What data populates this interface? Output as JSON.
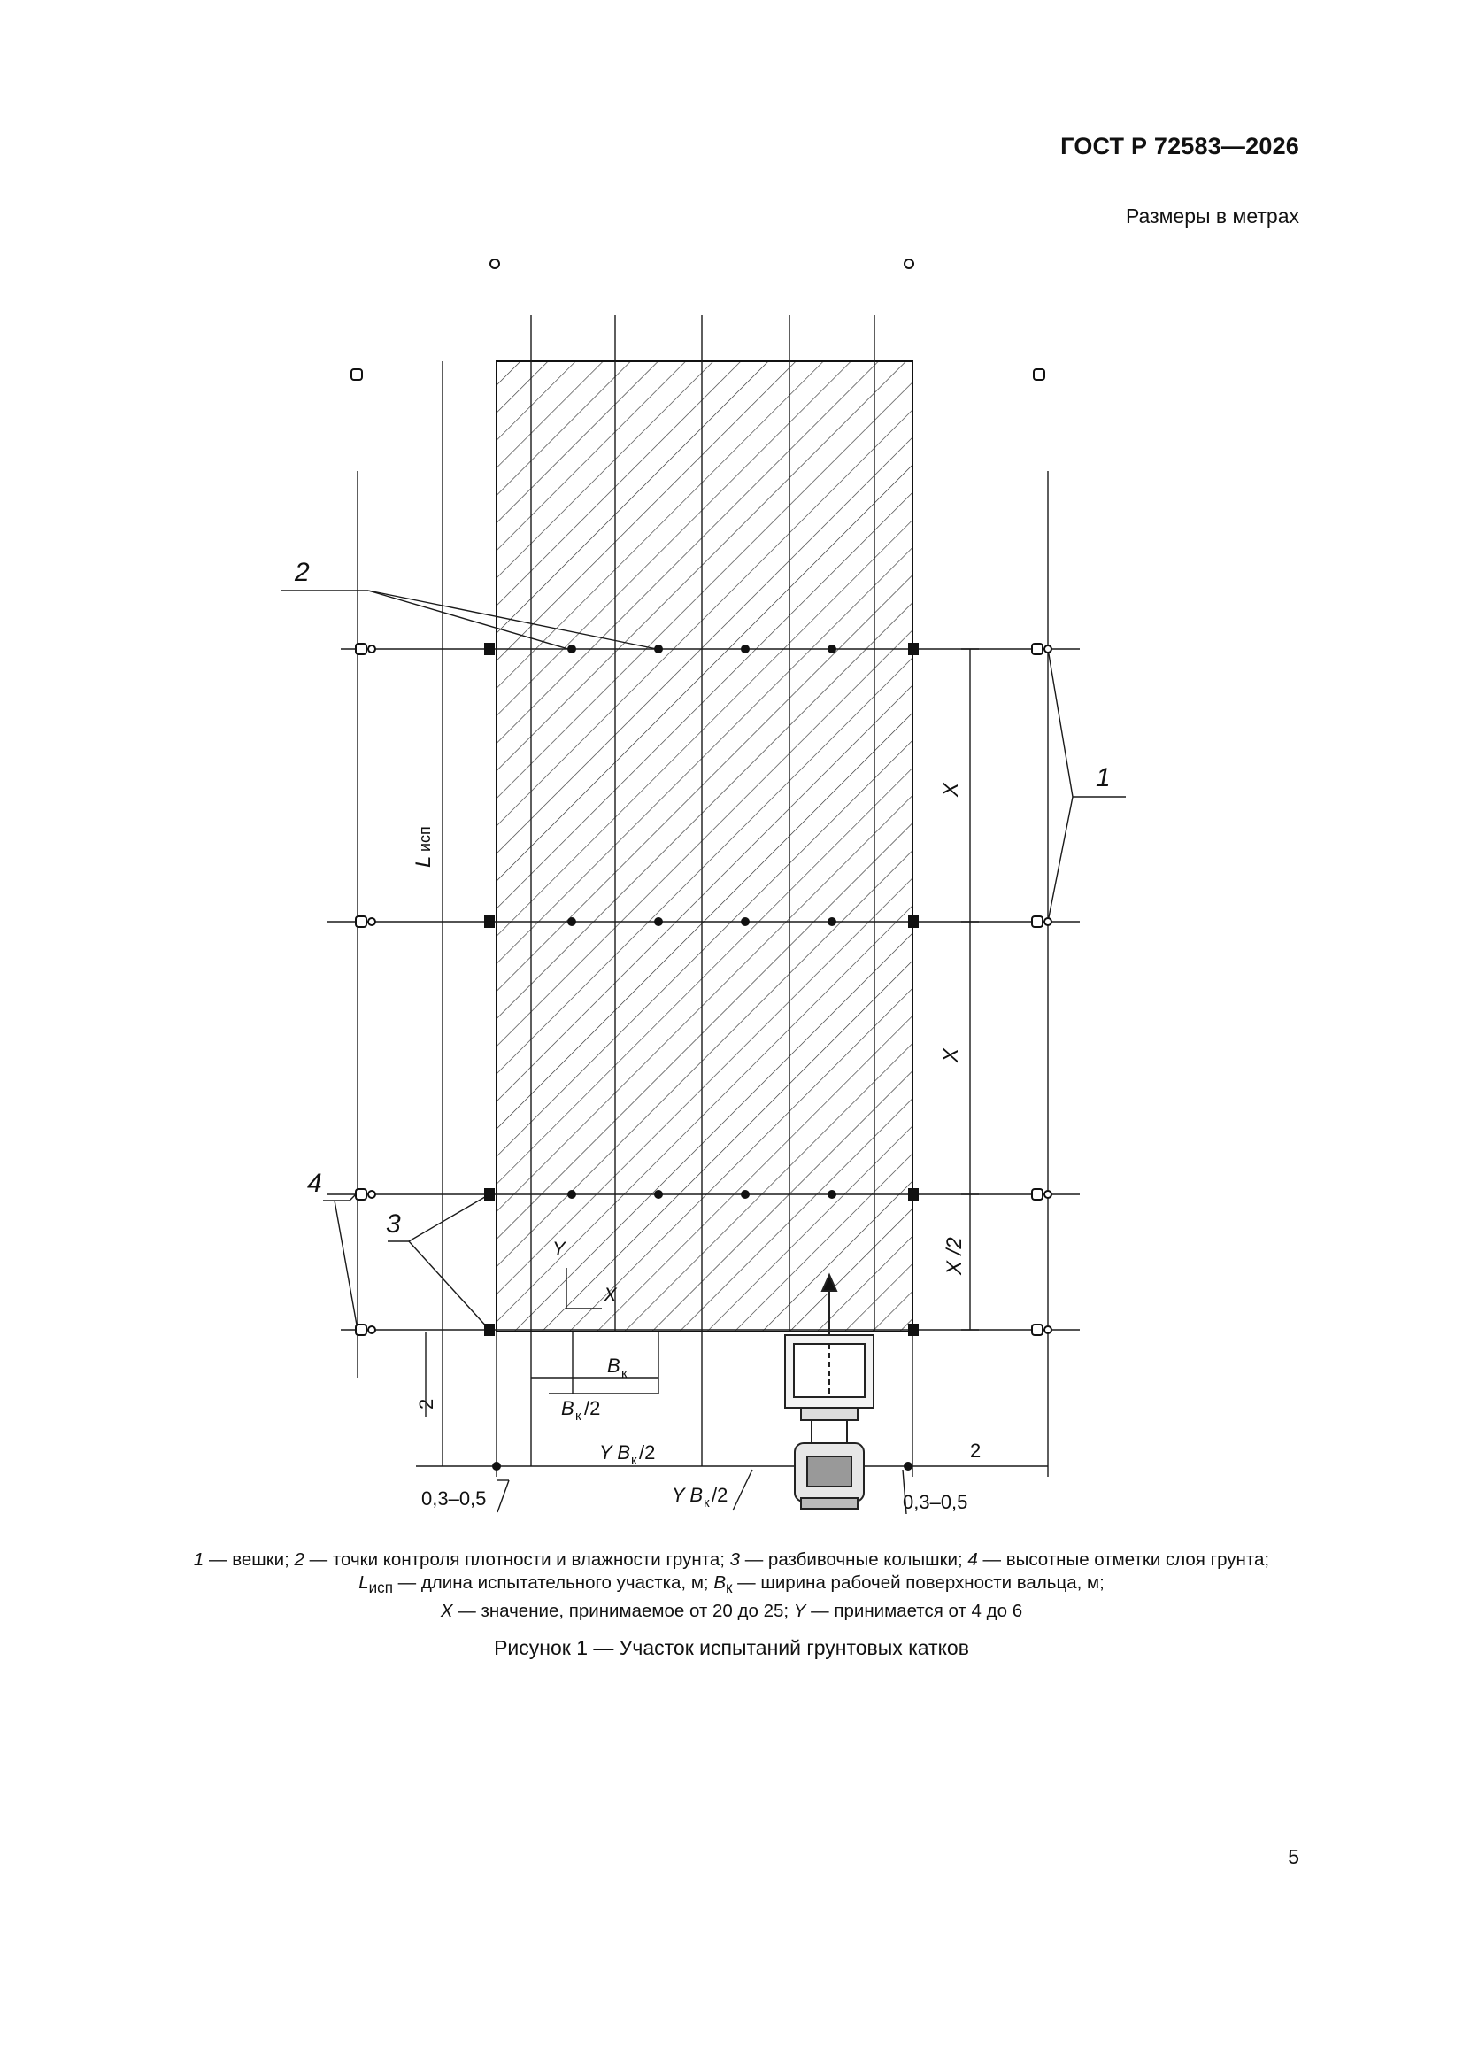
{
  "header": {
    "standard": "ГОСТ Р 72583—2026",
    "units_note": "Размеры в метрах"
  },
  "figure": {
    "callouts": {
      "c1": "1",
      "c2": "2",
      "c3": "3",
      "c4": "4"
    },
    "dims": {
      "L": "L",
      "L_sub": "исп",
      "X": "X",
      "X_half": "X /2",
      "Y": "Y",
      "B": "B",
      "B_sub": "к",
      "B_half_suffix": " /2",
      "YB_prefix": "Y B",
      "YB_suffix": " /2",
      "two_left": "2",
      "two_bottom": "2",
      "tol_left": "0,3–0,5",
      "tol_right": "0,3–0,5"
    }
  },
  "legend": {
    "i1": "1",
    "t1": " — вешки; ",
    "i2": "2",
    "t2": " — точки контроля плотности и влажности грунта; ",
    "i3": "3",
    "t3": " — разбивочные колышки; ",
    "i4": "4",
    "t4": " — высотные отметки слоя грунта; ",
    "L": "L",
    "L_sub": "исп",
    "t5": " — длина испытательного участка, м; ",
    "B": "B",
    "B_sub": "к",
    "t6": " — ширина рабочей поверхности вальца, м;",
    "X": "X",
    "t7": " — значение, принимаемое от 20 до 25; ",
    "Y": "Y",
    "t8": " — принимается от 4 до 6"
  },
  "caption": "Рисунок 1 — Участок испытаний грунтовых катков",
  "page_number": "5"
}
